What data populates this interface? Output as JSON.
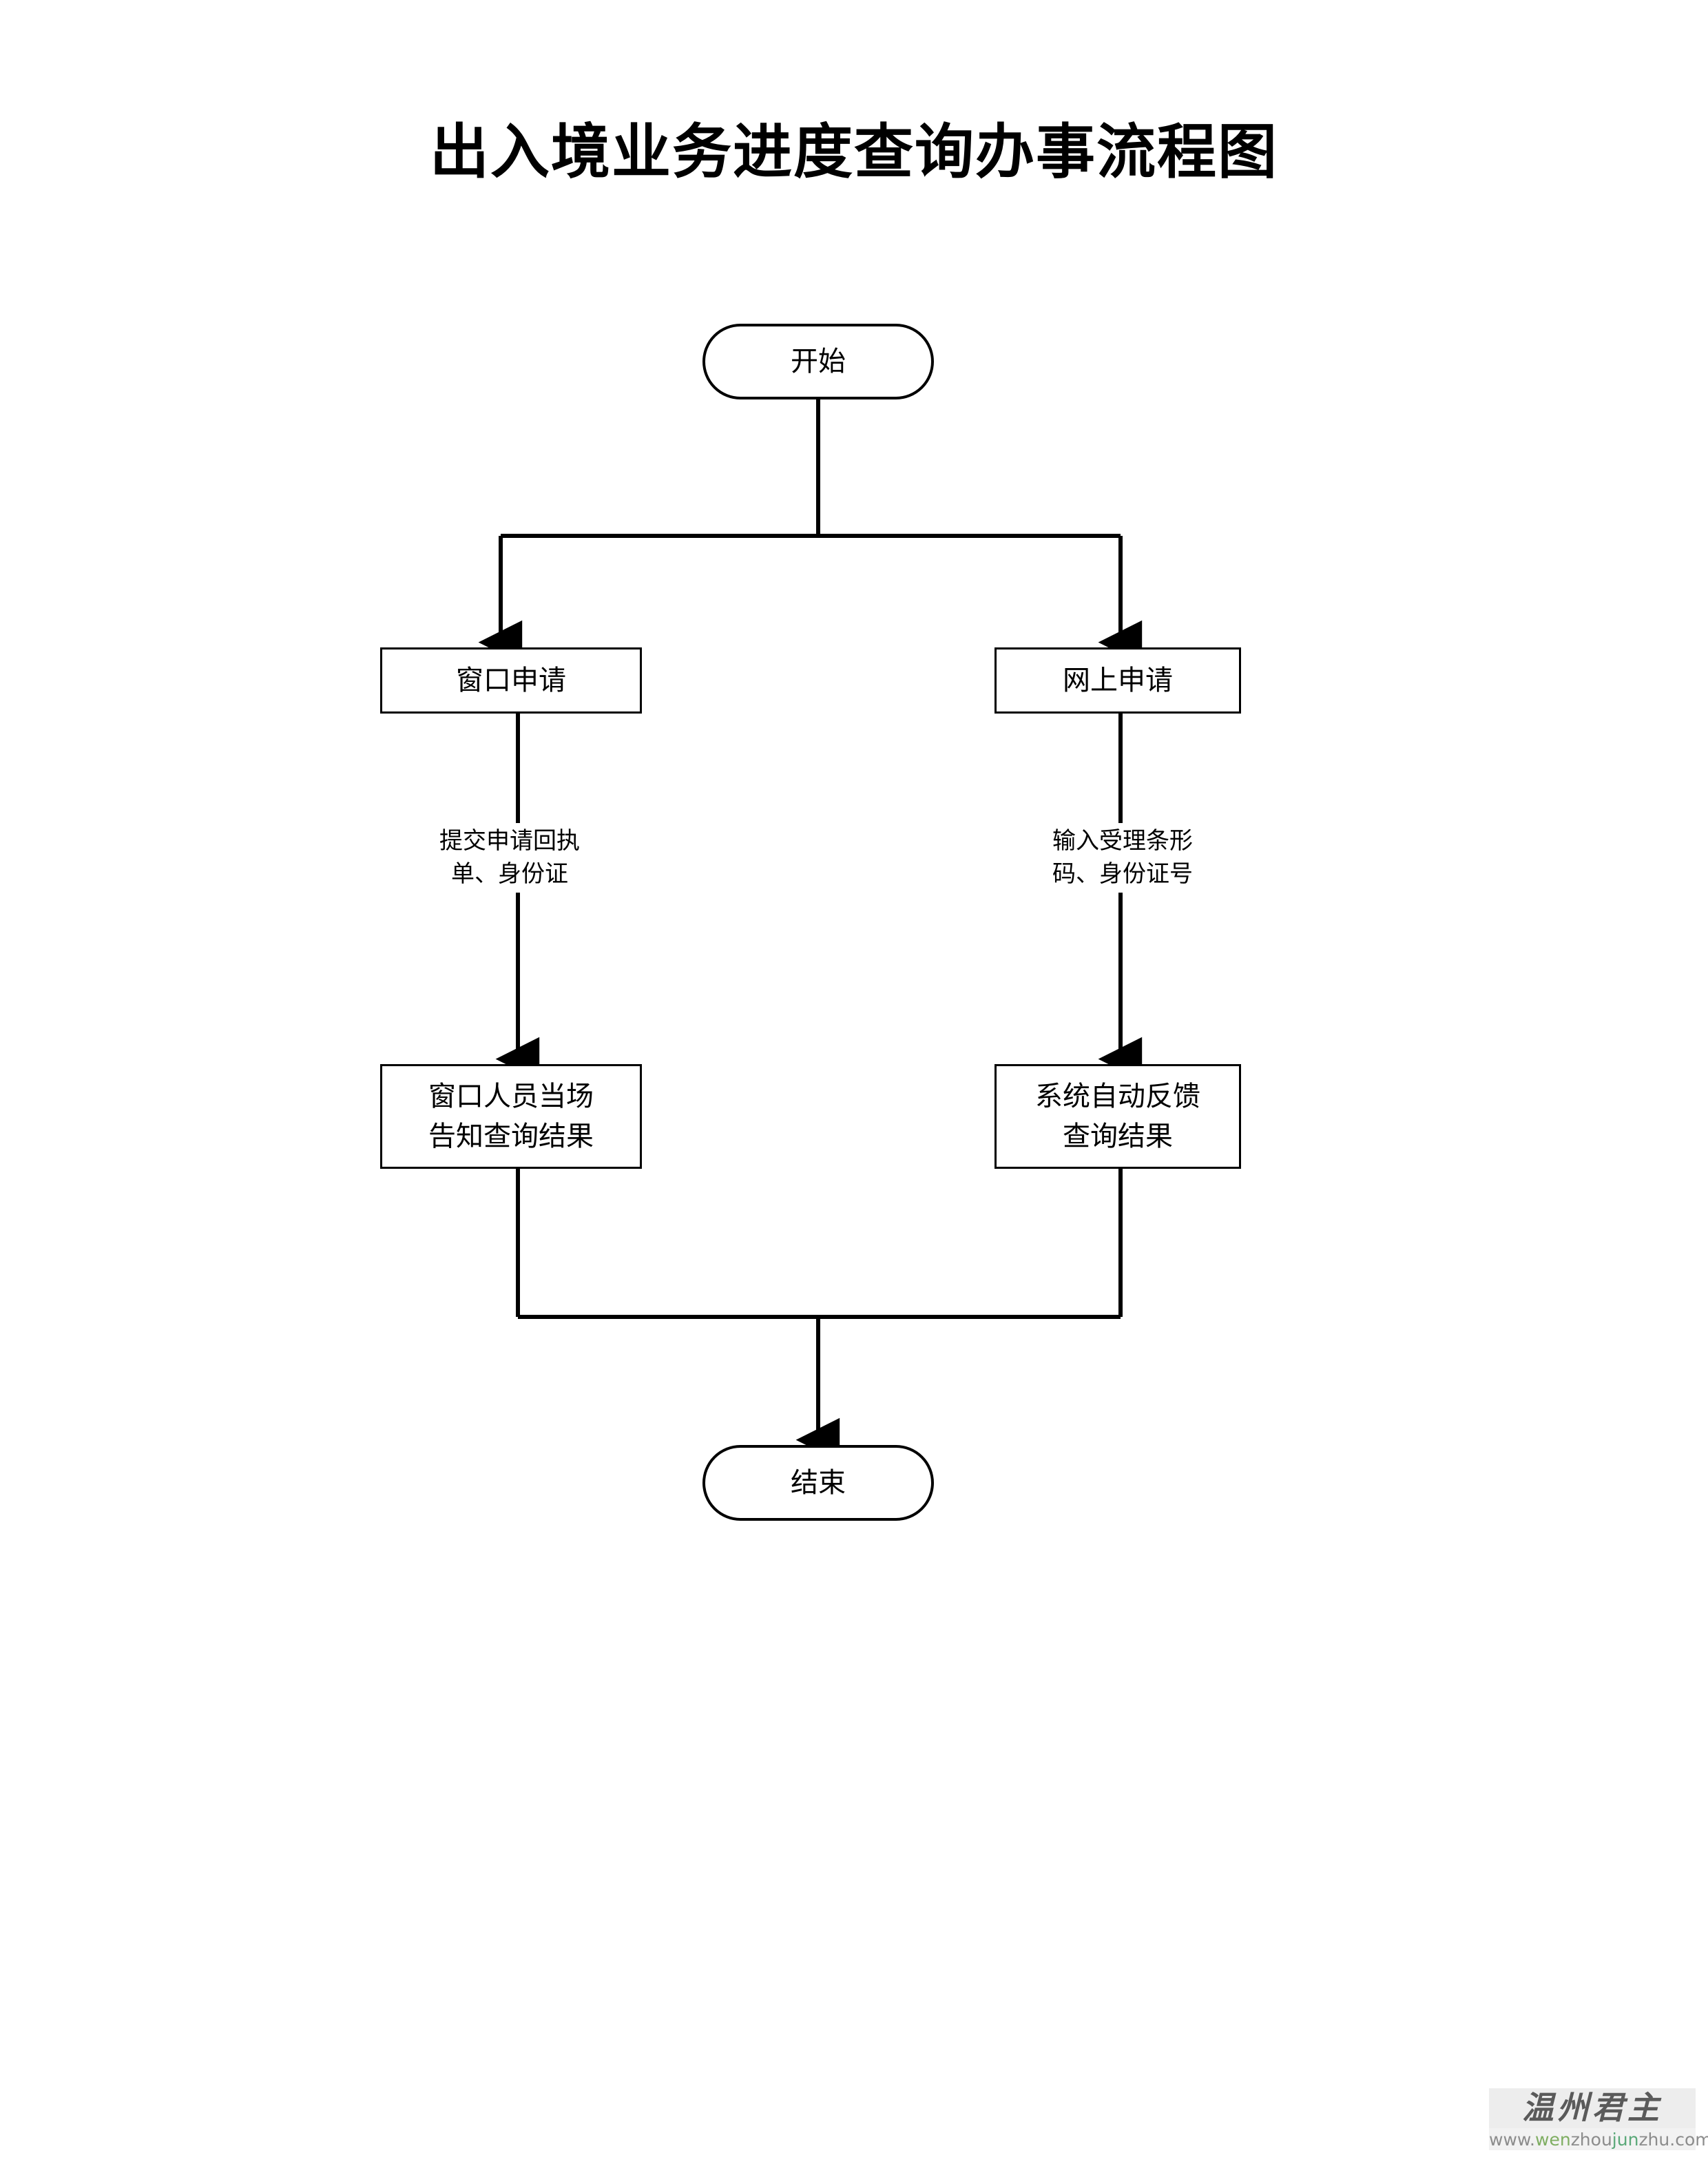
{
  "document": {
    "title": "出入境业务进度查询办事流程图"
  },
  "flowchart": {
    "type": "flowchart",
    "orientation": "top-to-bottom",
    "nodes": [
      {
        "id": "start",
        "shape": "terminator",
        "label": "开始"
      },
      {
        "id": "window-apply",
        "shape": "process",
        "label": "窗口申请"
      },
      {
        "id": "online-apply",
        "shape": "process",
        "label": "网上申请"
      },
      {
        "id": "window-result",
        "shape": "process",
        "label": "窗口人员当场\n告知查询结果"
      },
      {
        "id": "system-result",
        "shape": "process",
        "label": "系统自动反馈\n查询结果"
      },
      {
        "id": "end",
        "shape": "terminator",
        "label": "结束"
      }
    ],
    "edges": [
      {
        "from": "start",
        "to": "window-apply",
        "label": ""
      },
      {
        "from": "start",
        "to": "online-apply",
        "label": ""
      },
      {
        "from": "window-apply",
        "to": "window-result",
        "label": "提交申请回执\n单、身份证"
      },
      {
        "from": "online-apply",
        "to": "system-result",
        "label": "输入受理条形\n码、身份证号"
      },
      {
        "from": "window-result",
        "to": "end",
        "label": ""
      },
      {
        "from": "system-result",
        "to": "end",
        "label": ""
      }
    ],
    "edge_labels": {
      "left": "提交申请回执\n单、身份证",
      "right": "输入受理条形\n码、身份证号"
    },
    "colors": {
      "line": "#000000",
      "text": "#000000",
      "background": "#ffffff"
    }
  },
  "watermark": {
    "brand": "温州君主",
    "url_parts": [
      "www.",
      "wen",
      "zhou",
      "jun",
      "zhu.com"
    ],
    "url": "www.wenzhoujunzhu.com",
    "colors": {
      "brand_text": "#5a5a5a",
      "brand_bg": "#ededed",
      "url_gray": "#8c8c8c",
      "url_green": "#7fae62",
      "url_teal": "#5aa878"
    }
  }
}
